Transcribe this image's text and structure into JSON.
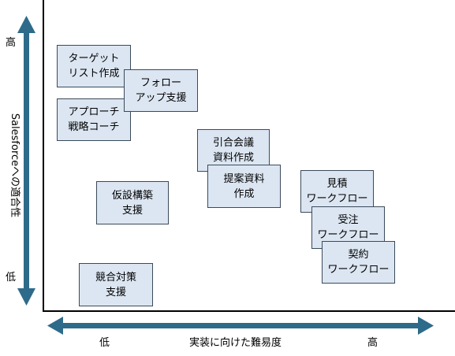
{
  "axes": {
    "y_title": "Salesforceへの適合性",
    "y_high": "高",
    "y_low": "低",
    "x_title": "実装に向けた難易度",
    "x_low": "低",
    "x_high": "高"
  },
  "items": [
    {
      "id": "target-list",
      "label": "ターゲット\nリスト作成"
    },
    {
      "id": "follow-support",
      "label": "フォロー\nアップ支援"
    },
    {
      "id": "approach-coach",
      "label": "アプローチ\n戦略コーチ"
    },
    {
      "id": "meeting-docs",
      "label": "引合会議\n資料作成"
    },
    {
      "id": "proposal-docs",
      "label": "提案資料\n作成"
    },
    {
      "id": "estimate-workflow",
      "label": "見積\nワークフロー"
    },
    {
      "id": "order-workflow",
      "label": "受注\nワークフロー"
    },
    {
      "id": "contract-workflow",
      "label": "契約\nワークフロー"
    },
    {
      "id": "hypothesis-support",
      "label": "仮設構築\n支援"
    },
    {
      "id": "competitor-support",
      "label": "競合対策\n支援"
    }
  ],
  "colors": {
    "arrow": "#2e6b8a",
    "box_fill": "#dce6f2",
    "box_border": "#3a4a5a"
  }
}
